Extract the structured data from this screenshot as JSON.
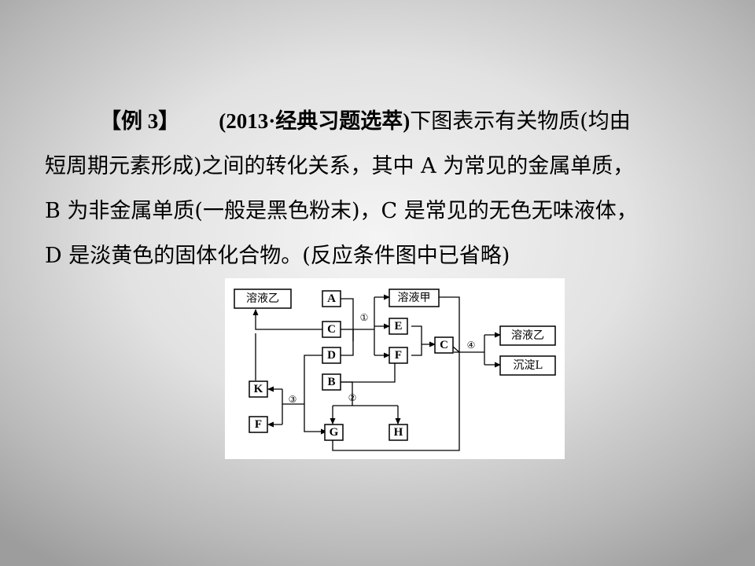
{
  "question": {
    "tag": "【例  3】",
    "source": "(2013·经典习题选萃)",
    "line1_rest": "下图表示有关物质(均由",
    "line2": "短周期元素形成)之间的转化关系，其中 A 为常见的金属单质，",
    "line3": "B 为非金属单质(一般是黑色粉末)，C 是常见的无色无味液体，",
    "line4": "D 是淡黄色的固体化合物。(反应条件图中已省略)"
  },
  "diagram": {
    "nodes": {
      "solution_yi_left": "溶液乙",
      "A": "A",
      "C_left": "C",
      "D": "D",
      "B": "B",
      "solution_jia": "溶液甲",
      "E": "E",
      "F_mid": "F",
      "C_mid": "C",
      "solution_yi_right": "溶液乙",
      "precipitate_L": "沉淀L",
      "K": "K",
      "F_left": "F",
      "G": "G",
      "H": "H"
    },
    "steps": {
      "s1": "①",
      "s2": "②",
      "s3": "③",
      "s4": "④"
    }
  }
}
